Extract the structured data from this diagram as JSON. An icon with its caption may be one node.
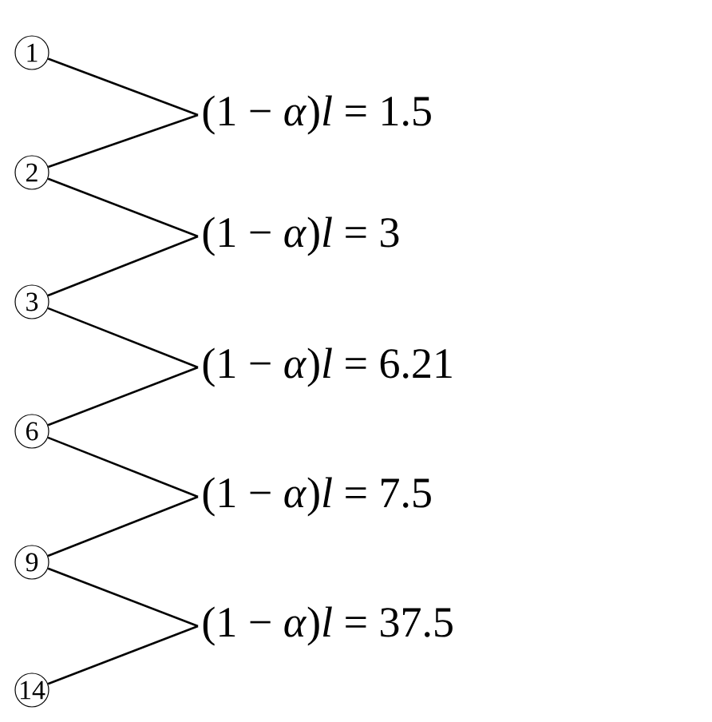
{
  "diagram": {
    "nodes": [
      {
        "text": [
          "1"
        ]
      },
      {
        "text": [
          "2"
        ]
      },
      {
        "text": [
          "3"
        ]
      },
      {
        "text": [
          "6"
        ]
      },
      {
        "text": [
          "9"
        ]
      },
      {
        "text": [
          "14"
        ]
      },
      {
        "text": [
          "(1 − *α*)*l* = 1.5"
        ]
      },
      {
        "text": [
          "(1 − *α*)*l* = 3"
        ]
      },
      {
        "text": [
          "(1 − *α*)*l* = 6.21"
        ]
      },
      {
        "text": [
          "(1 − *α*)*l* = 7.5"
        ]
      },
      {
        "text": [
          "(1 − *α*)*l* = 37.5"
        ]
      }
    ],
    "edges": [
      {
        "from": 0,
        "to": 6,
        "arrow": "none"
      },
      {
        "from": 1,
        "to": 6,
        "arrow": "none"
      },
      {
        "from": 1,
        "to": 7,
        "arrow": "none"
      },
      {
        "from": 2,
        "to": 7,
        "arrow": "none"
      },
      {
        "from": 2,
        "to": 8,
        "arrow": "none"
      },
      {
        "from": 3,
        "to": 8,
        "arrow": "none"
      },
      {
        "from": 3,
        "to": 9,
        "arrow": "none"
      },
      {
        "from": 4,
        "to": 9,
        "arrow": "none"
      },
      {
        "from": 4,
        "to": 10,
        "arrow": "none"
      },
      {
        "from": 5,
        "to": 10,
        "arrow": "none"
      }
    ]
  }
}
